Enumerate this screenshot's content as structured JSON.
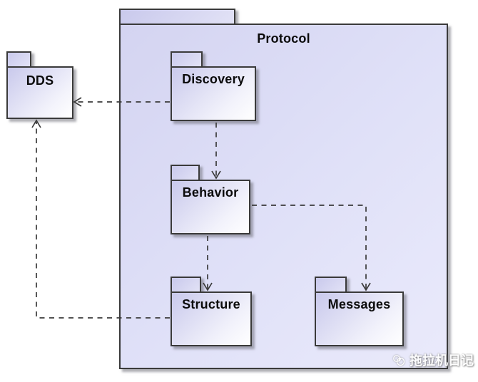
{
  "diagram": {
    "type": "uml-package-diagram",
    "packages": {
      "protocol": {
        "label": "Protocol",
        "role": "outer-container"
      },
      "dds": {
        "label": "DDS",
        "role": "external-package"
      },
      "discovery": {
        "label": "Discovery",
        "role": "nested-in-protocol"
      },
      "behavior": {
        "label": "Behavior",
        "role": "nested-in-protocol"
      },
      "structure": {
        "label": "Structure",
        "role": "nested-in-protocol"
      },
      "messages": {
        "label": "Messages",
        "role": "nested-in-protocol"
      }
    },
    "dependencies": [
      {
        "from": "Discovery",
        "to": "DDS",
        "style": "dashed-open-arrow"
      },
      {
        "from": "Discovery",
        "to": "Behavior",
        "style": "dashed-open-arrow"
      },
      {
        "from": "Behavior",
        "to": "Structure",
        "style": "dashed-open-arrow"
      },
      {
        "from": "Behavior",
        "to": "Messages",
        "style": "dashed-open-arrow"
      },
      {
        "from": "Structure",
        "to": "DDS",
        "style": "dashed-open-arrow"
      }
    ],
    "colors": {
      "package_fill_start": "#c9c9ec",
      "package_fill_end": "#ffffff",
      "protocol_fill_start": "#d4d4f1",
      "protocol_fill_end": "#eaeafb",
      "border": "#3a3a3a",
      "arrow": "#3a3a3a",
      "background": "#ffffff"
    }
  },
  "watermark": {
    "icon": "globe-icon",
    "text": "拖拉机日记"
  }
}
